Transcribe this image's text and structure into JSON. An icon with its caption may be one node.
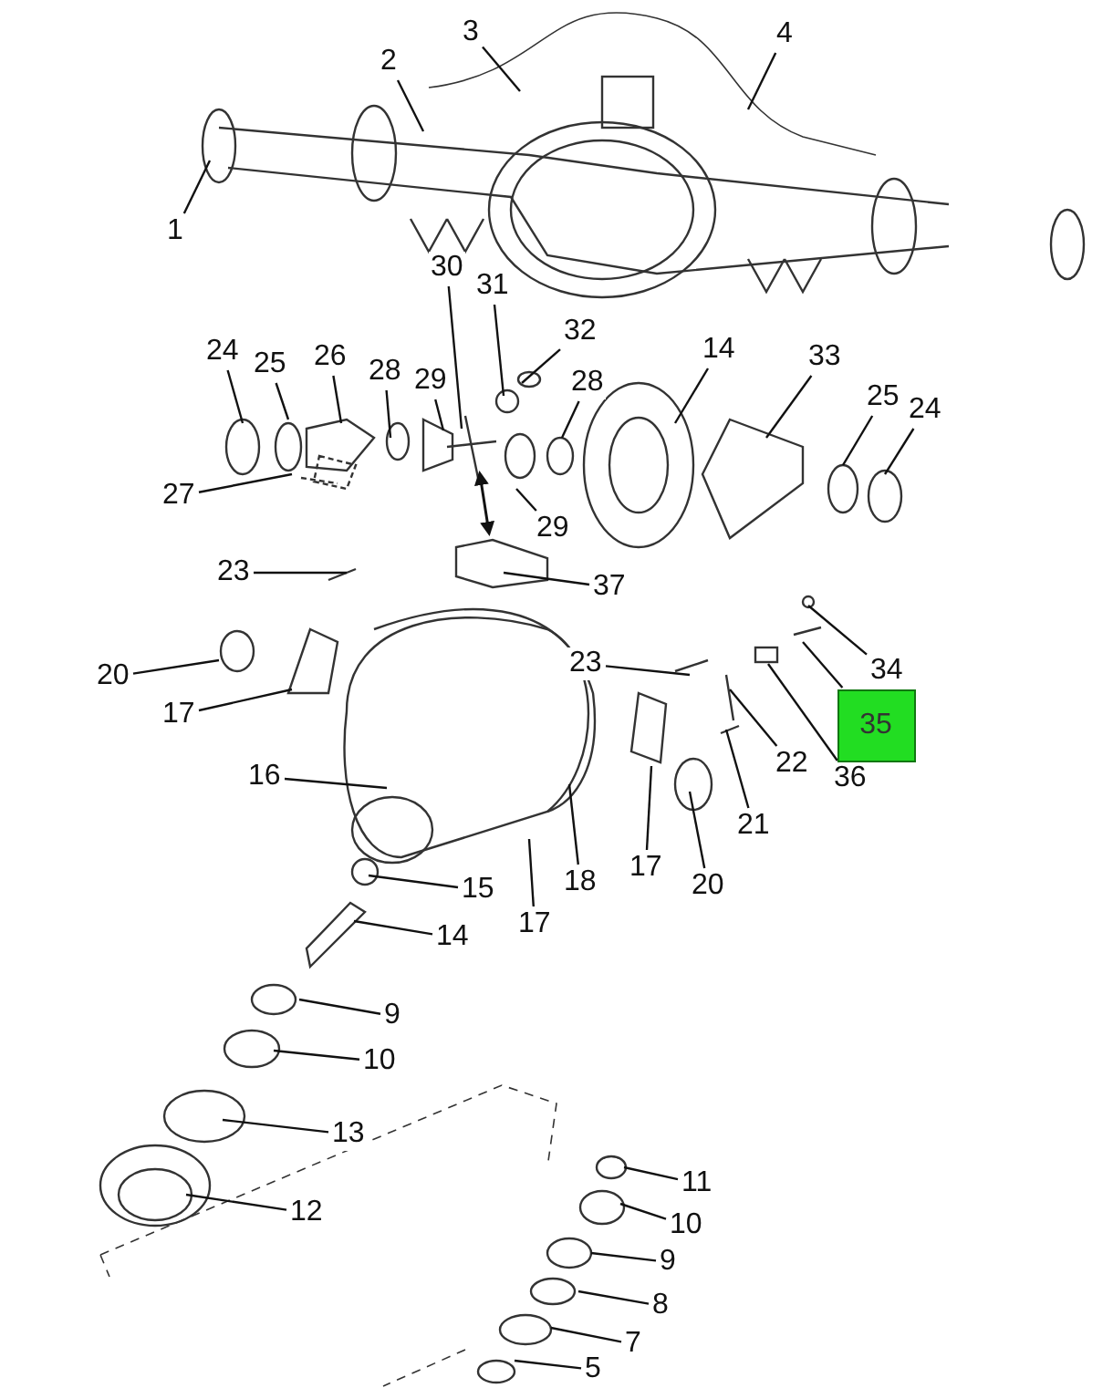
{
  "diagram": {
    "nodes": [
      {
        "text": [
          "1"
        ]
      },
      {
        "text": [
          "2"
        ]
      },
      {
        "text": [
          "3"
        ]
      },
      {
        "text": [
          "4"
        ]
      },
      {
        "text": [
          "24"
        ]
      },
      {
        "text": [
          "25"
        ]
      },
      {
        "text": [
          "26"
        ]
      },
      {
        "text": [
          "28"
        ]
      },
      {
        "text": [
          "29"
        ]
      },
      {
        "text": [
          "30"
        ]
      },
      {
        "text": [
          "31"
        ]
      },
      {
        "text": [
          "32"
        ]
      },
      {
        "text": [
          "28"
        ]
      },
      {
        "text": [
          "14"
        ]
      },
      {
        "text": [
          "33"
        ]
      },
      {
        "text": [
          "25"
        ]
      },
      {
        "text": [
          "24"
        ]
      },
      {
        "text": [
          "27"
        ]
      },
      {
        "text": [
          "29"
        ]
      },
      {
        "text": [
          "37"
        ]
      },
      {
        "text": [
          "23"
        ]
      },
      {
        "text": [
          "20"
        ]
      },
      {
        "text": [
          "17"
        ]
      },
      {
        "text": [
          "34"
        ]
      },
      {
        "text": [
          "35"
        ]
      },
      {
        "text": [
          "36"
        ]
      },
      {
        "text": [
          "23"
        ]
      },
      {
        "text": [
          "22"
        ]
      },
      {
        "text": [
          "21"
        ]
      },
      {
        "text": [
          "16"
        ]
      },
      {
        "text": [
          "15"
        ]
      },
      {
        "text": [
          "14"
        ]
      },
      {
        "text": [
          "17"
        ]
      },
      {
        "text": [
          "18"
        ]
      },
      {
        "text": [
          "17"
        ]
      },
      {
        "text": [
          "20"
        ]
      },
      {
        "text": [
          "9"
        ]
      },
      {
        "text": [
          "10"
        ]
      },
      {
        "text": [
          "13"
        ]
      },
      {
        "text": [
          "12"
        ]
      },
      {
        "text": [
          "11"
        ]
      },
      {
        "text": [
          "10"
        ]
      },
      {
        "text": [
          "9"
        ]
      },
      {
        "text": [
          "8"
        ]
      },
      {
        "text": [
          "7"
        ]
      },
      {
        "text": [
          "5"
        ]
      }
    ],
    "edges": [
      {
        "from": 0,
        "to": null,
        "arrow": "none"
      },
      {
        "from": 1,
        "to": null,
        "arrow": "none"
      },
      {
        "from": 2,
        "to": null,
        "arrow": "none"
      },
      {
        "from": 3,
        "to": null,
        "arrow": "none"
      },
      {
        "from": 4,
        "to": null,
        "arrow": "none"
      },
      {
        "from": 5,
        "to": null,
        "arrow": "none"
      },
      {
        "from": 6,
        "to": null,
        "arrow": "none"
      },
      {
        "from": 7,
        "to": null,
        "arrow": "none"
      },
      {
        "from": 8,
        "to": null,
        "arrow": "none"
      },
      {
        "from": 9,
        "to": null,
        "arrow": "none"
      },
      {
        "from": 10,
        "to": null,
        "arrow": "none"
      },
      {
        "from": 11,
        "to": null,
        "arrow": "none"
      },
      {
        "from": 12,
        "to": null,
        "arrow": "none"
      },
      {
        "from": 13,
        "to": null,
        "arrow": "none"
      },
      {
        "from": 14,
        "to": null,
        "arrow": "none"
      },
      {
        "from": 15,
        "to": null,
        "arrow": "none"
      },
      {
        "from": 16,
        "to": null,
        "arrow": "none"
      },
      {
        "from": 17,
        "to": null,
        "arrow": "none"
      },
      {
        "from": 18,
        "to": null,
        "arrow": "none"
      },
      {
        "from": 19,
        "to": null,
        "arrow": "none"
      },
      {
        "from": 20,
        "to": null,
        "arrow": "none"
      },
      {
        "from": 21,
        "to": null,
        "arrow": "none"
      },
      {
        "from": 22,
        "to": null,
        "arrow": "none"
      },
      {
        "from": 23,
        "to": null,
        "arrow": "none"
      },
      {
        "from": 24,
        "to": null,
        "arrow": "none"
      },
      {
        "from": 25,
        "to": null,
        "arrow": "none"
      },
      {
        "from": 26,
        "to": null,
        "arrow": "none"
      },
      {
        "from": 27,
        "to": null,
        "arrow": "none"
      },
      {
        "from": 28,
        "to": null,
        "arrow": "none"
      },
      {
        "from": 29,
        "to": null,
        "arrow": "none"
      },
      {
        "from": 30,
        "to": null,
        "arrow": "none"
      },
      {
        "from": 31,
        "to": null,
        "arrow": "none"
      },
      {
        "from": 32,
        "to": null,
        "arrow": "none"
      },
      {
        "from": 33,
        "to": null,
        "arrow": "none"
      },
      {
        "from": 34,
        "to": null,
        "arrow": "none"
      },
      {
        "from": 35,
        "to": null,
        "arrow": "none"
      },
      {
        "from": 36,
        "to": null,
        "arrow": "none"
      },
      {
        "from": 37,
        "to": null,
        "arrow": "none"
      },
      {
        "from": 38,
        "to": null,
        "arrow": "none"
      },
      {
        "from": 39,
        "to": null,
        "arrow": "none"
      },
      {
        "from": 40,
        "to": null,
        "arrow": "none"
      },
      {
        "from": 41,
        "to": null,
        "arrow": "none"
      },
      {
        "from": 42,
        "to": null,
        "arrow": "none"
      },
      {
        "from": 43,
        "to": null,
        "arrow": "none"
      },
      {
        "from": 44,
        "to": null,
        "arrow": "none"
      },
      {
        "from": 45,
        "to": null,
        "arrow": "none"
      }
    ]
  }
}
